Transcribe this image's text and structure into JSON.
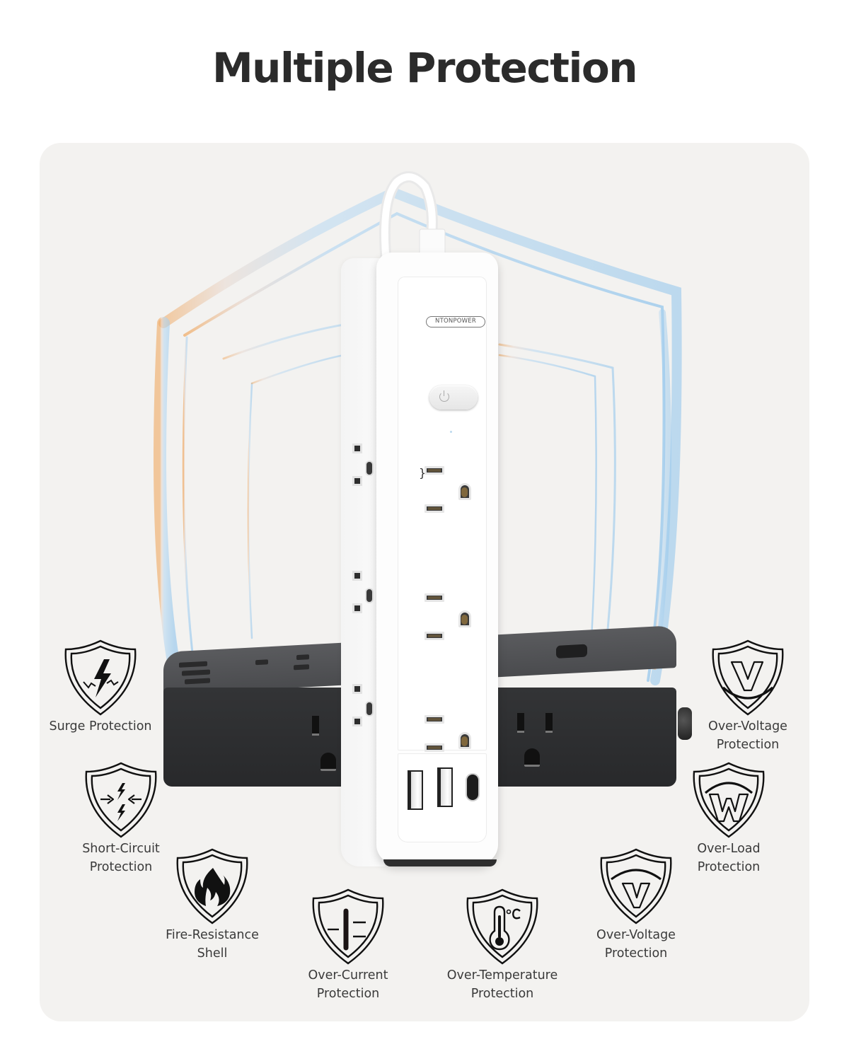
{
  "header": {
    "title": "Multiple Protection"
  },
  "product": {
    "brand": "NTONPOWER",
    "front_outlets": 3,
    "side_outlets": 3,
    "usb_a_ports": 2,
    "usb_c_ports": 1,
    "power_switch_icon": "power-icon"
  },
  "colors": {
    "panel_bg": "#f3f2f0",
    "title": "#2b2b2b",
    "icon_stroke": "#111111",
    "label": "#3a3a3a",
    "shield_glow": "#9ccbef"
  },
  "features": [
    {
      "id": "surge",
      "icon": "lightning-bolt-shield-icon",
      "line1": "Surge Protection",
      "line2": ""
    },
    {
      "id": "short-circuit",
      "icon": "converging-arrows-bolt-shield-icon",
      "line1": "Short-Circuit",
      "line2": "Protection"
    },
    {
      "id": "fire-resistance",
      "icon": "flame-shield-icon",
      "line1": "Fire-Resistance",
      "line2": "Shell"
    },
    {
      "id": "over-current",
      "icon": "current-symbol-shield-icon",
      "line1": "Over-Current",
      "line2": "Protection"
    },
    {
      "id": "over-temperature",
      "icon": "thermometer-celsius-shield-icon",
      "line1": "Over-Temperature",
      "line2": "Protection"
    },
    {
      "id": "over-voltage-2",
      "icon": "v-arc-top-shield-icon",
      "line1": "Over-Voltage",
      "line2": "Protection"
    },
    {
      "id": "over-load",
      "icon": "w-arc-shield-icon",
      "line1": "Over-Load",
      "line2": "Protection"
    },
    {
      "id": "over-voltage-1",
      "icon": "v-smile-shield-icon",
      "line1": "Over-Voltage",
      "line2": "Protection"
    }
  ]
}
